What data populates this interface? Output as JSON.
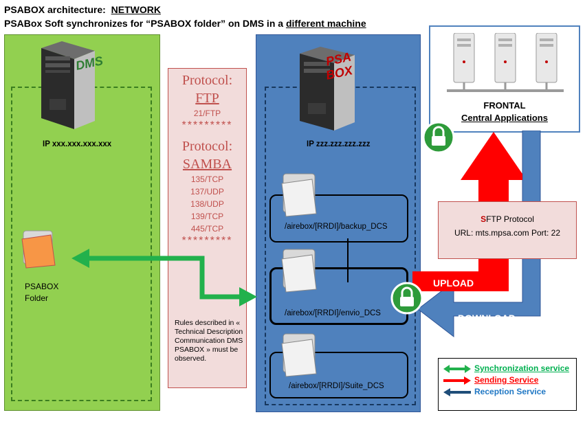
{
  "title": {
    "line1_prefix": "PSABOX architecture:",
    "line1_keyword": "NETWORK",
    "line2_prefix": "PSABox Soft synchronizes for “PSABOX folder” on DMS in a",
    "line2_keyword": "different machine"
  },
  "dms": {
    "server_label": "DMS",
    "ip": "IP xxx.xxx.xxx.xxx",
    "folder_line1": "PSABOX",
    "folder_line2": "Folder"
  },
  "protocols": {
    "ftp_heading": "Protocol:",
    "ftp_name": "FTP",
    "ftp_port": "21/FTP",
    "stars": "*********",
    "samba_heading": "Protocol:",
    "samba_name": "SAMBA",
    "samba_ports": [
      "135/TCP",
      "137/UDP",
      "138/UDP",
      "139/TCP",
      "445/TCP"
    ],
    "rules_text": "Rules described in « Technical Description Communication DMS PSABOX » must be observed."
  },
  "psabox": {
    "server_label_1": "PSA",
    "server_label_2": "BOX",
    "ip": "IP zzz.zzz.zzz.zzz",
    "folders": [
      "/airebox/[RRDI]/backup_DCS",
      "/airebox/[RRDI]/envio_DCS",
      "/airebox/[RRDI]/Suite_DCS"
    ]
  },
  "frontal": {
    "title": "FRONTAL",
    "subtitle": "Central Applications"
  },
  "sftp": {
    "lead_letter": "S",
    "protocol": "FTP Protocol",
    "url": "URL: mts.mpsa.com  Port: 22"
  },
  "arrows": {
    "upload": "UPLOAD",
    "download": "DOWNLOAD"
  },
  "legend": {
    "items": [
      {
        "label": "Synchronization service",
        "color": "#00b050"
      },
      {
        "label": "Sending Service",
        "color": "#ff0000"
      },
      {
        "label": "Reception Service",
        "color": "#1f77c4"
      }
    ]
  },
  "colors": {
    "green_panel": "#92d050",
    "blue_panel": "#4f81bd",
    "protocol_panel": "#f2dcdb",
    "protocol_text": "#c0504d",
    "sync_arrow": "#22b14c",
    "upload_arrow": "#ff0000",
    "download_arrow": "#4f81bd"
  }
}
